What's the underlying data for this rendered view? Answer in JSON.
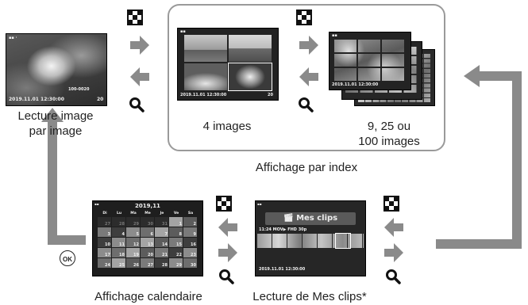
{
  "single": {
    "caption": "Lecture image\npar image",
    "timestamp": "2019.11.01 12:30:00",
    "frame_no": "100-0020",
    "count": "20"
  },
  "index": {
    "group_caption": "Affichage par index",
    "four_caption": "4 images",
    "many_caption": "9, 25 ou\n100 images",
    "timestamp": "2019.11.01 12:30:00",
    "count": "20"
  },
  "calendar": {
    "caption": "Affichage calendaire",
    "month": "2019,11",
    "weekdays": [
      "Di",
      "Lu",
      "Ma",
      "Me",
      "Je",
      "Ve",
      "Sa"
    ],
    "days": [
      "27",
      "28",
      "29",
      "30",
      "31",
      "1",
      "2",
      "3",
      "4",
      "5",
      "6",
      "7",
      "8",
      "9",
      "10",
      "11",
      "12",
      "13",
      "14",
      "15",
      "16",
      "17",
      "18",
      "19",
      "20",
      "21",
      "22",
      "23",
      "24",
      "25",
      "26",
      "27",
      "28",
      "29",
      "30"
    ]
  },
  "myclips": {
    "caption": "Lecture de Mes clips*",
    "title": "Mes clips",
    "info": "11:24  MOV▶ FHD 30p",
    "timestamp": "2019.11.01 12:30:00"
  },
  "ok_label": "OK",
  "icons": [
    "index-grid-icon",
    "zoom-magnifier-icon",
    "arrow-right-icon",
    "arrow-left-icon",
    "ok-button-icon",
    "movie-icon"
  ]
}
